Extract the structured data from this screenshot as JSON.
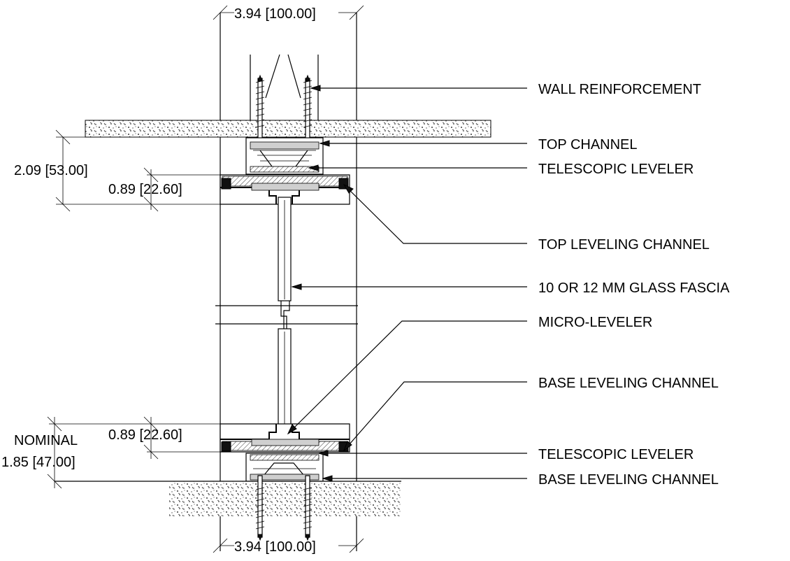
{
  "dimensions": {
    "width_top": "3.94 [100.00]",
    "width_bottom": "3.94 [100.00]",
    "top_height": "2.09 [53.00]",
    "top_offset": "0.89 [22.60]",
    "base_offset": "0.89 [22.60]",
    "nominal_label": "NOMINAL",
    "nominal_height": "1.85 [47.00]"
  },
  "callouts": [
    "WALL REINFORCEMENT",
    "TOP CHANNEL",
    "TELESCOPIC LEVELER",
    "TOP LEVELING CHANNEL",
    "10 OR 12 MM GLASS FASCIA",
    "MICRO-LEVELER",
    "BASE LEVELING CHANNEL",
    "TELESCOPIC LEVELER",
    "BASE LEVELING CHANNEL"
  ]
}
